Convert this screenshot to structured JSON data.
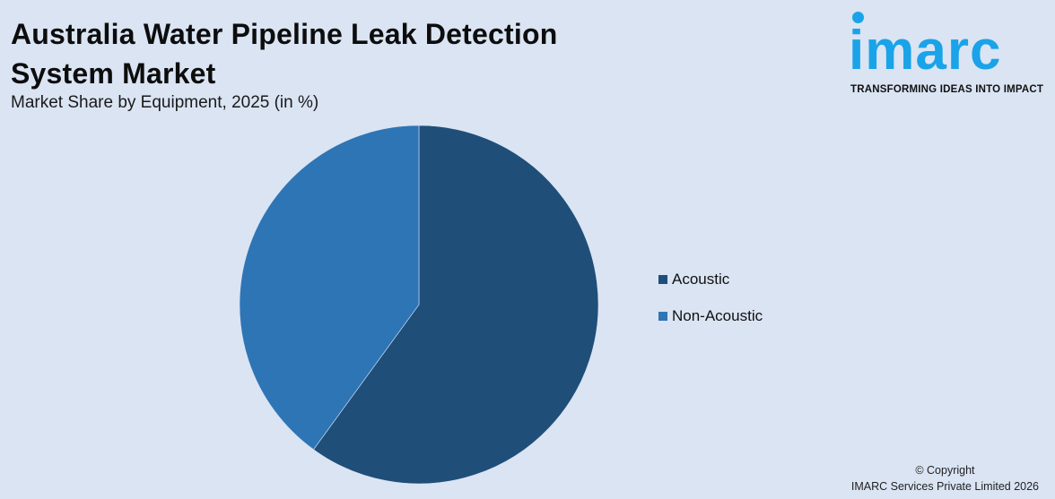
{
  "header": {
    "title_line1": "Australia Water Pipeline Leak Detection",
    "title_line2": "System Market",
    "subtitle": "Market Share by Equipment, 2025 (in %)"
  },
  "logo": {
    "word": "imarc",
    "tagline": "TRANSFORMING IDEAS INTO IMPACT",
    "color": "#1aa3e8"
  },
  "footer": {
    "copyright_line1": "© Copyright",
    "copyright_line2": "IMARC Services Private Limited 2026"
  },
  "legend": {
    "items": [
      {
        "label": "Acoustic",
        "color": "#1f4e79"
      },
      {
        "label": "Non-Acoustic",
        "color": "#2e75b6"
      }
    ]
  },
  "chart_data": {
    "type": "pie",
    "title": "Australia Water Pipeline Leak Detection System Market",
    "subtitle": "Market Share by Equipment, 2025 (in %)",
    "categories": [
      "Acoustic",
      "Non-Acoustic"
    ],
    "values": [
      60,
      40
    ],
    "colors": [
      "#1f4e79",
      "#2e75b6"
    ],
    "start_angle": "12 o'clock, clockwise",
    "legend_position": "right",
    "data_labels": false
  }
}
